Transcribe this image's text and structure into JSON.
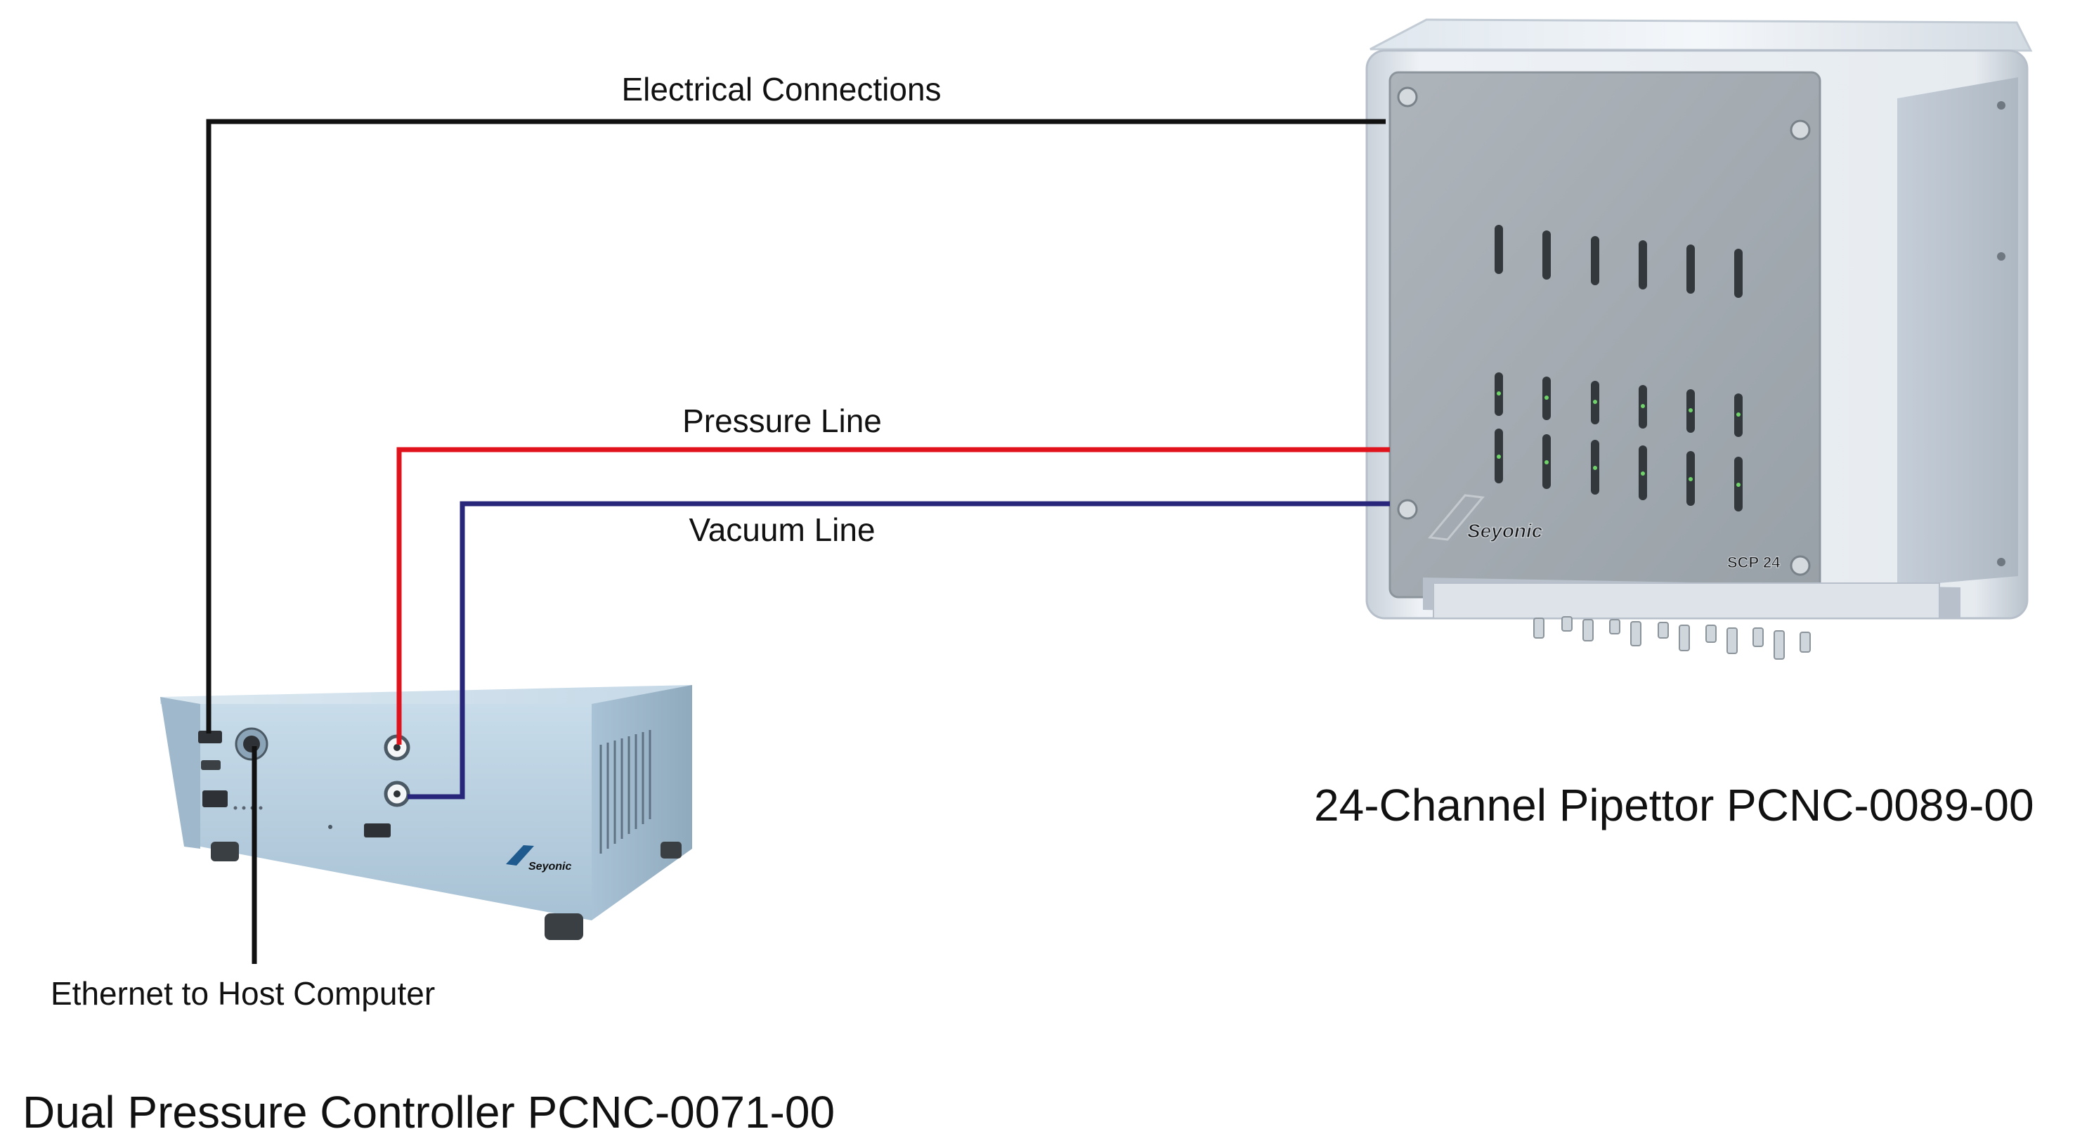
{
  "labels": {
    "electrical": "Electrical Connections",
    "pressure": "Pressure Line",
    "vacuum": "Vacuum Line",
    "ethernet": "Ethernet to Host Computer"
  },
  "devices": {
    "controller": {
      "title": "Dual Pressure Controller PCNC-0071-00",
      "brand": "Seyonic"
    },
    "pipettor": {
      "title": "24-Channel Pipettor PCNC-0089-00",
      "brand": "Seyonic",
      "model": "SCP 24"
    }
  },
  "colors": {
    "electrical_line": "#111111",
    "pressure_line": "#e0121c",
    "vacuum_line": "#27267a",
    "controller_body": "#b9d2e3",
    "pipettor_panel": "#a3aab1",
    "pipettor_frame": "#d9dfe6"
  }
}
